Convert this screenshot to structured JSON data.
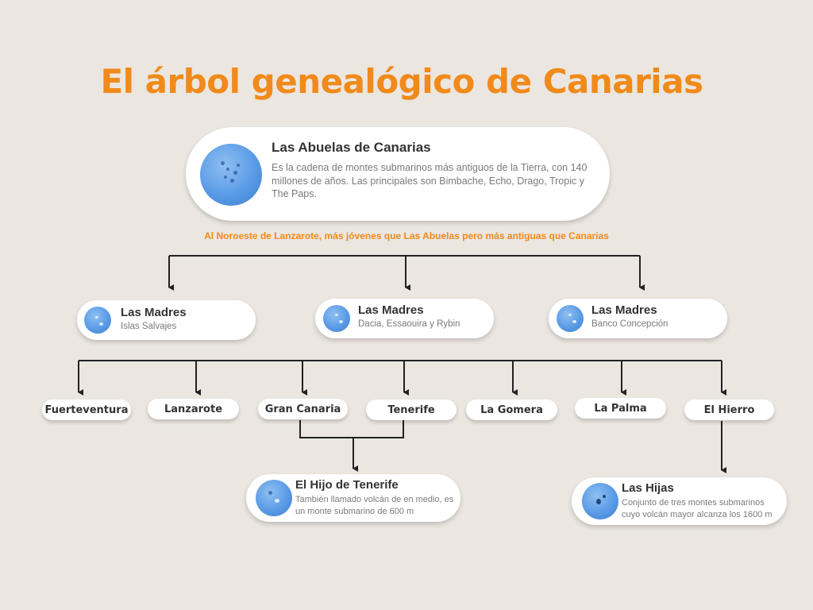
{
  "title": "El árbol genealógico de Canarias",
  "grandmothers": {
    "title": "Las Abuelas de Canarias",
    "description": "Es la cadena de montes submarinos más antiguos de la Tierra, con 140 millones de años. Las principales son Bimbache, Echo, Drago, Tropic y The Paps."
  },
  "note": "Al Noroeste de Lanzarote, más jóvenes que Las Abuelas pero más antiguas que Canarias",
  "mothers": [
    {
      "title": "Las Madres",
      "subtitle": "Islas Salvajes"
    },
    {
      "title": "Las Madres",
      "subtitle": "Dacia, Essaouira y Rybin"
    },
    {
      "title": "Las Madres",
      "subtitle": "Banco Concepción"
    }
  ],
  "islands": [
    "Fuerteventura",
    "Lanzarote",
    "Gran Canaria",
    "Tenerife",
    "La Gomera",
    "La Palma",
    "El Hierro"
  ],
  "son": {
    "title": "El Hijo de Tenerife",
    "description": "También llamado volcán de en medio, es un monte submarino de 600 m"
  },
  "daughters": {
    "title": "Las Hijas",
    "description": "Conjunto de tres montes submarinos cuyo volcán mayor alcanza los 1600 m"
  },
  "colors": {
    "accent": "#f08a1a",
    "background": "#ebe6e0",
    "thumbnail": "#5a9be6"
  }
}
